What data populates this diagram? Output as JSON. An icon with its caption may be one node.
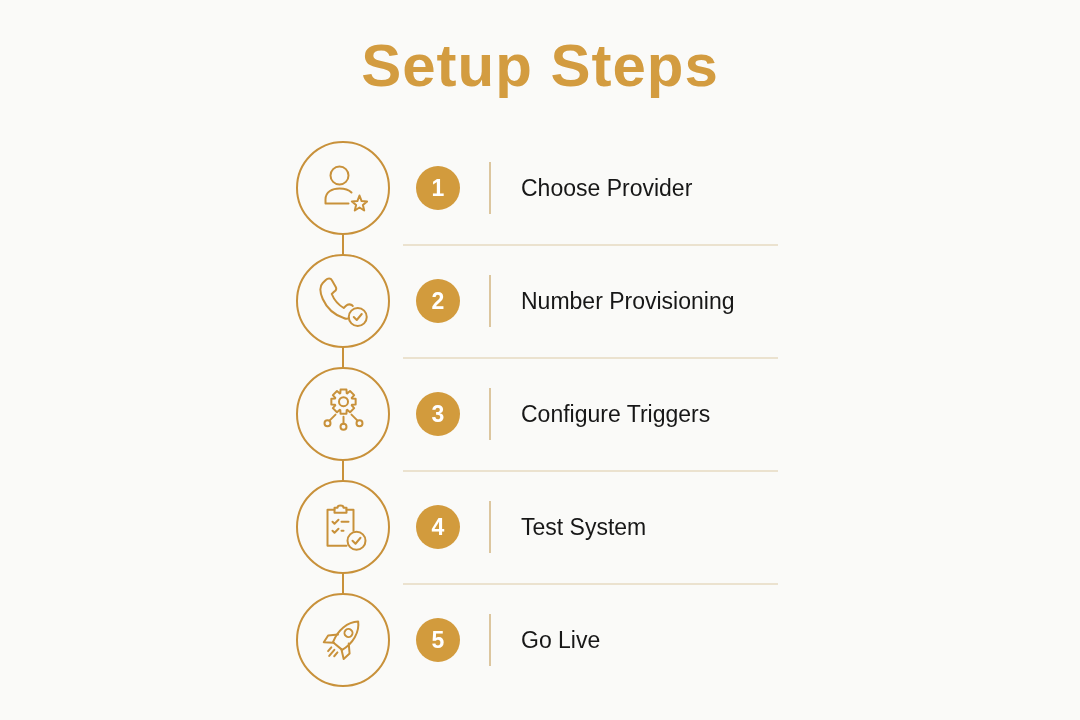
{
  "diagram": {
    "title": "Setup Steps",
    "nodes": [
      {
        "text": [],
        "shape": "circle"
      },
      {
        "text": [
          "1"
        ],
        "beside": [
          "Choose Provider"
        ]
      },
      {
        "text": [],
        "shape": "circle"
      },
      {
        "text": [
          "2"
        ],
        "beside": [
          "Number Provisioning"
        ]
      },
      {
        "text": [],
        "shape": "circle"
      },
      {
        "text": [
          "3"
        ],
        "beside": [
          "Configure Triggers"
        ]
      },
      {
        "text": [],
        "shape": "circle"
      },
      {
        "text": [
          "4"
        ],
        "beside": [
          "Test System"
        ]
      },
      {
        "text": [],
        "shape": "circle"
      },
      {
        "text": [
          "5"
        ],
        "beside": [
          "Go Live"
        ]
      }
    ],
    "edges": [
      {
        "from": 0,
        "to": 2,
        "arrow": "none"
      },
      {
        "from": 2,
        "to": 4,
        "arrow": "none"
      },
      {
        "from": 4,
        "to": 6,
        "arrow": "none"
      },
      {
        "from": 6,
        "to": 8,
        "arrow": "none"
      }
    ]
  }
}
